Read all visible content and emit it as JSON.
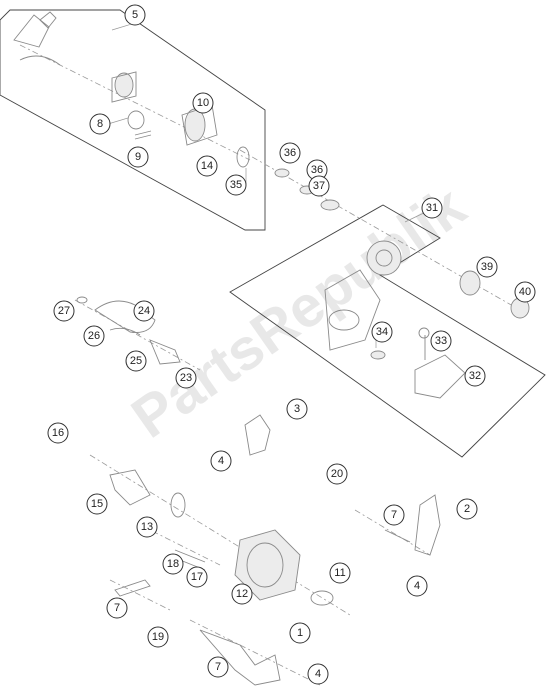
{
  "watermark": "PartsRepublik",
  "callouts": [
    "5",
    "10",
    "8",
    "9",
    "14",
    "35",
    "36",
    "36",
    "37",
    "31",
    "39",
    "40",
    "27",
    "24",
    "26",
    "25",
    "23",
    "34",
    "33",
    "32",
    "3",
    "16",
    "4",
    "20",
    "15",
    "13",
    "2",
    "7",
    "18",
    "17",
    "11",
    "12",
    "4",
    "7",
    "19",
    "1",
    "7",
    "4"
  ],
  "colors": {
    "line": "#8a8a8a",
    "frame": "#444444",
    "callout_stroke": "#333333",
    "watermark": "#d6d6d6"
  }
}
